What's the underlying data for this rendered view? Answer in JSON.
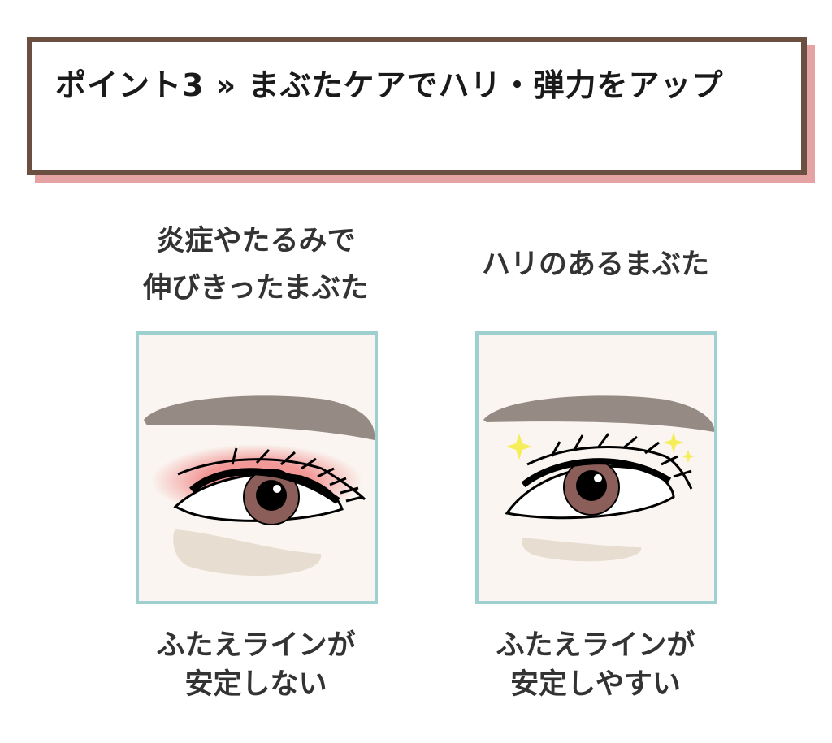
{
  "header": {
    "title": "ポイント3 » まぶたケアでハリ・弾力をアップ"
  },
  "left": {
    "caption_line1": "炎症やたるみで",
    "caption_line2": "伸びきったまぶた",
    "result_line1": "ふたえラインが",
    "result_line2": "安定しない"
  },
  "right": {
    "caption": "ハリのあるまぶた",
    "result_line1": "ふたえラインが",
    "result_line2": "安定しやすい"
  },
  "colors": {
    "border": "#6b4f40",
    "shadow": "#e6a3a3",
    "frame": "#9dd0cf",
    "iris": "#8b5e5a",
    "brow": "#958a84",
    "inflammation": "#f08080",
    "sparkle": "#f5ee5a"
  }
}
